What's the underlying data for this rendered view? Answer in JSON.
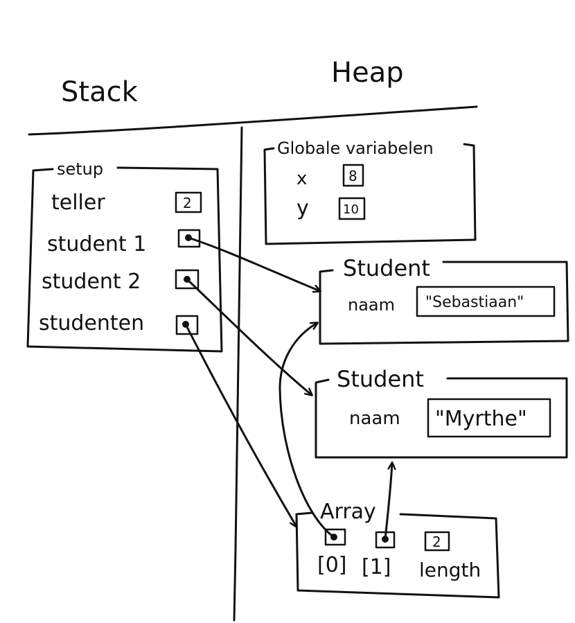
{
  "stack": {
    "title": "Stack",
    "frame": {
      "label": "setup",
      "vars": [
        {
          "name": "teller",
          "value": "2"
        },
        {
          "name": "student 1",
          "value": ""
        },
        {
          "name": "student 2",
          "value": ""
        },
        {
          "name": "studenten",
          "value": ""
        }
      ]
    }
  },
  "heap": {
    "title": "Heap",
    "globals": {
      "label": "Globale variabelen",
      "vars": [
        {
          "name": "x",
          "value": "8"
        },
        {
          "name": "y",
          "value": "10"
        }
      ]
    },
    "student1": {
      "label": "Student",
      "field": "naam",
      "value": "\"Sebastiaan\""
    },
    "student2": {
      "label": "Student",
      "field": "naam",
      "value": "\"Myrthe\""
    },
    "array": {
      "label": "Array",
      "indices": [
        "[0]",
        "[1]",
        "length"
      ],
      "length_value": "2"
    }
  },
  "colors": {
    "ink": "#111111",
    "paper": "#ffffff"
  }
}
